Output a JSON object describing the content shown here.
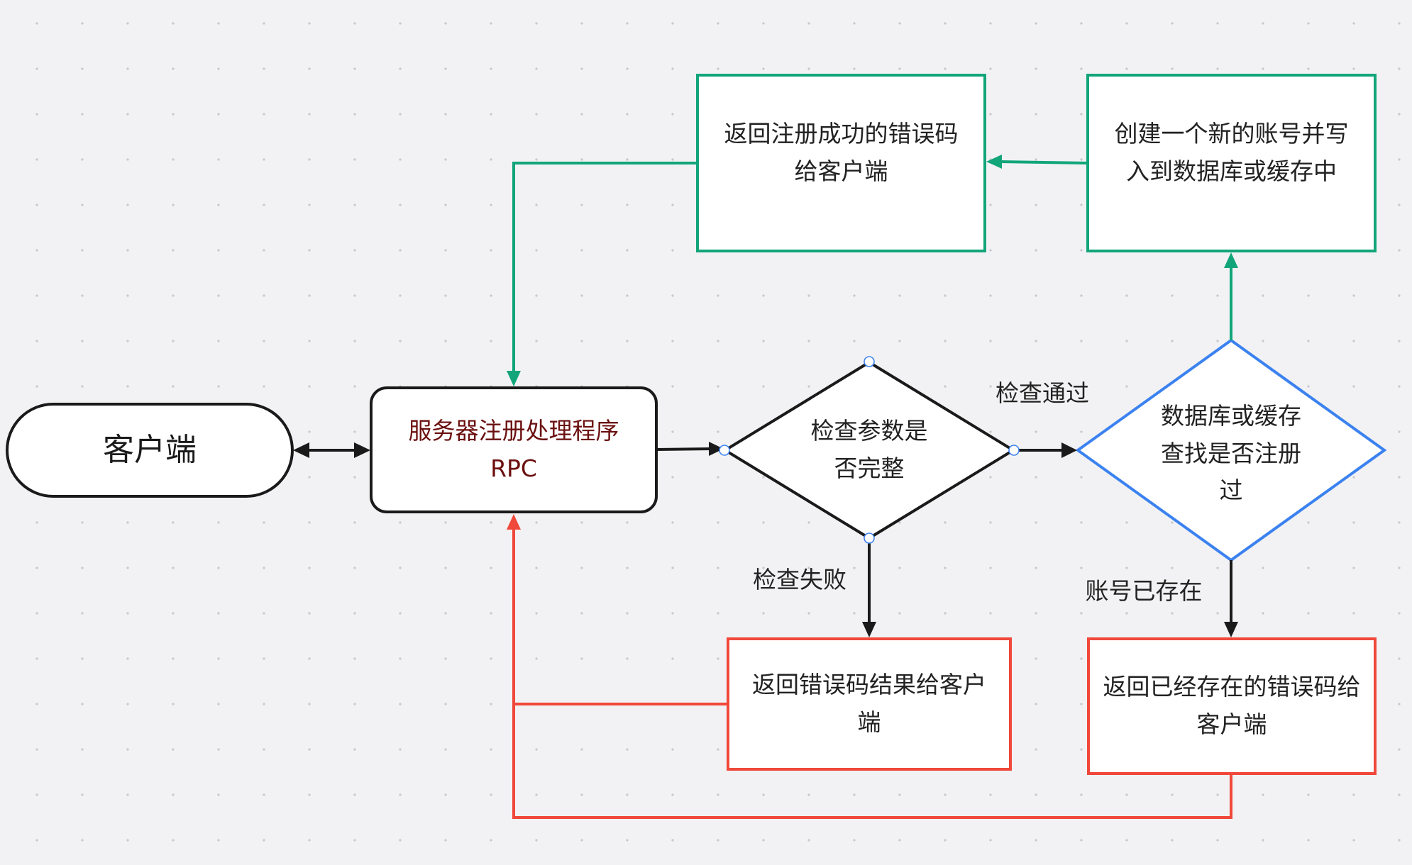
{
  "colors": {
    "background": "#f2f2f4",
    "green": "#12a57a",
    "red": "#f0483a",
    "blue": "#3b82f0",
    "black": "#1a1a1a",
    "server_text": "#6b0f0f"
  },
  "nodes": {
    "client": {
      "label": "客户端"
    },
    "server": {
      "line1": "服务器注册处理程序",
      "line2": "RPC"
    },
    "check_params": {
      "line1": "检查参数是",
      "line2": "否完整"
    },
    "db_lookup": {
      "line1": "数据库或缓存",
      "line2": "查找是否注册",
      "line3": "过"
    },
    "create_account": {
      "line1": "创建一个新的账号并写",
      "line2": "入到数据库或缓存中"
    },
    "return_success": {
      "line1": "返回注册成功的错误码",
      "line2": "给客户端"
    },
    "return_error": {
      "line1": "返回错误码结果给客户",
      "line2": "端"
    },
    "return_exists": {
      "line1": "返回已经存在的错误码给",
      "line2": "客户端"
    }
  },
  "edge_labels": {
    "check_passed": "检查通过",
    "check_failed": "检查失败",
    "account_exists": "账号已存在"
  }
}
